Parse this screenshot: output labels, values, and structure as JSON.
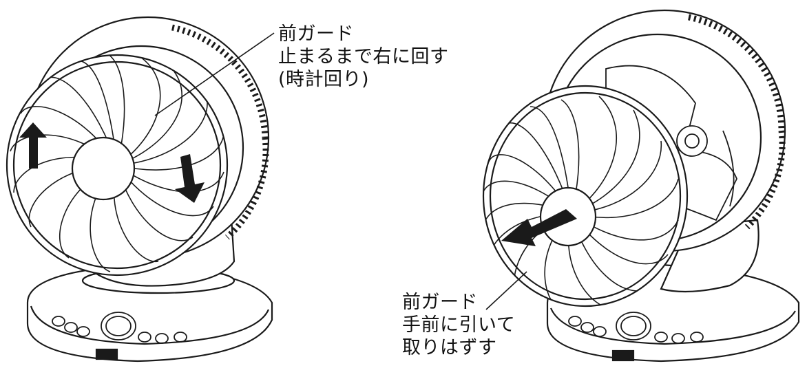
{
  "labels": {
    "left": {
      "part": "前ガード",
      "action": "止まるまで右に回す",
      "note": "(時計回り)"
    },
    "right": {
      "part": "前ガード",
      "action": "手前に引いて",
      "result": "取りはずす"
    }
  },
  "colors": {
    "line": "#1a1a1a",
    "arrow": "#1a1a1a",
    "background": "#ffffff"
  }
}
